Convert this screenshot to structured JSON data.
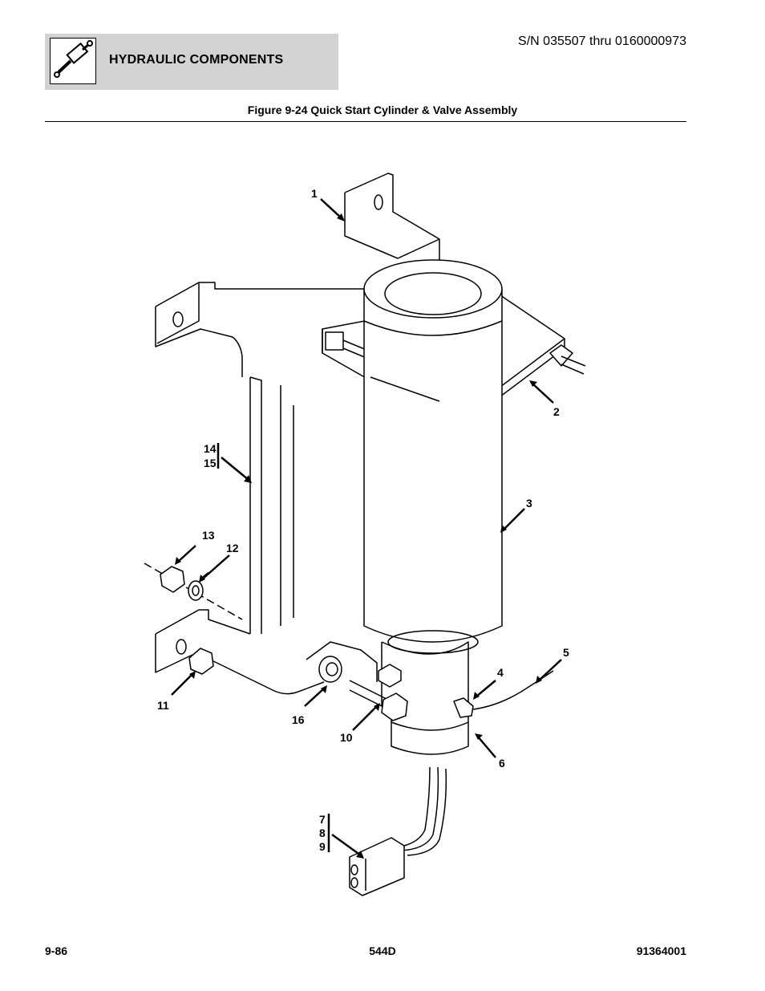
{
  "header": {
    "section_title": "HYDRAULIC COMPONENTS",
    "serial_range": "S/N 035507 thru 0160000973",
    "section_icon": "hydraulic-cylinder-icon"
  },
  "figure": {
    "title": "Figure 9-24 Quick Start Cylinder & Valve Assembly",
    "callouts": {
      "c1": "1",
      "c2": "2",
      "c3": "3",
      "c4": "4",
      "c5": "5",
      "c6": "6",
      "c7": "7",
      "c8": "8",
      "c9": "9",
      "c10": "10",
      "c11": "11",
      "c12": "12",
      "c13": "13",
      "c14": "14",
      "c15": "15",
      "c16": "16"
    }
  },
  "footer": {
    "page_number": "9-86",
    "model": "544D",
    "part_number": "91364001"
  }
}
